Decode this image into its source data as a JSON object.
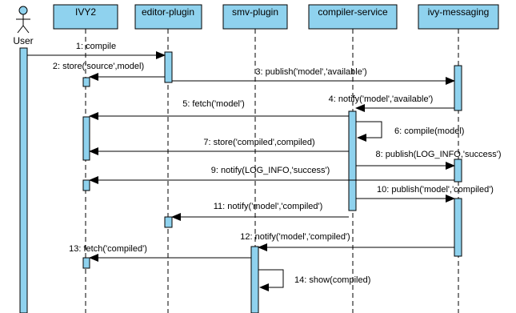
{
  "colors": {
    "header_fill": "#8fd2ee",
    "activation_fill": "#8fd2ee",
    "line": "#000000"
  },
  "actor": {
    "label": "User",
    "icon": "stick-figure-icon"
  },
  "participants": [
    {
      "id": "ivy2",
      "label": "IVY2"
    },
    {
      "id": "editor",
      "label": "editor-plugin"
    },
    {
      "id": "smv",
      "label": "smv-plugin"
    },
    {
      "id": "compiler",
      "label": "compiler-service"
    },
    {
      "id": "messaging",
      "label": "ivy-messaging"
    }
  ],
  "messages": [
    {
      "label": "1: compile"
    },
    {
      "label": "2: store('source',model)"
    },
    {
      "label": "3: publish('model','available')"
    },
    {
      "label": "4: notify('model','available')"
    },
    {
      "label": "5: fetch('model')"
    },
    {
      "label": "6: compile(model)"
    },
    {
      "label": "7: store('compiled',compiled)"
    },
    {
      "label": "8: publish(LOG_INFO,'success')"
    },
    {
      "label": "9: notify(LOG_INFO,'success')"
    },
    {
      "label": "10: publish('model','compiled')"
    },
    {
      "label": "11: notify('model','compiled')"
    },
    {
      "label": "12: notify('model','compiled')"
    },
    {
      "label": "13: fetch('compiled')"
    },
    {
      "label": "14: show(compiled)"
    }
  ]
}
